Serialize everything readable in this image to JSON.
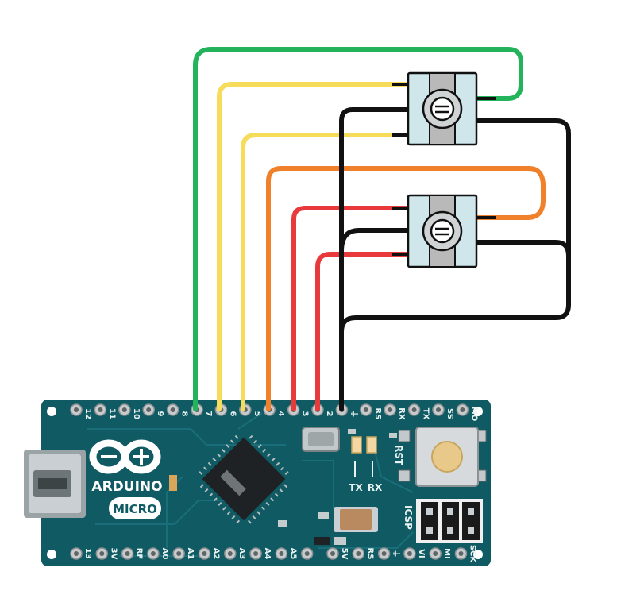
{
  "board": {
    "brand": "ARDUINO",
    "model": "MICRO",
    "button_label": "RST",
    "led_labels": [
      "TX",
      "RX"
    ],
    "header_label": "ICSP",
    "top_pin_labels": [
      "12",
      "11",
      "10",
      "9",
      "8",
      "7",
      "6",
      "5",
      "4",
      "3",
      "2",
      "⏚",
      "RS",
      "RX",
      "TX",
      "SS",
      "MO"
    ],
    "bottom_pin_labels": [
      "13",
      "3V",
      "RF",
      "A0",
      "A1",
      "A2",
      "A3",
      "A4",
      "A5",
      "",
      "5V",
      "RS",
      "⏚",
      "VI",
      "MI",
      "SCK"
    ]
  },
  "colors": {
    "board": "#0f5a63",
    "green_wire": "#22b35b",
    "yellow_wire": "#f6dc5a",
    "orange_wire": "#f0802a",
    "red_wire": "#e83a3a",
    "black_wire": "#111111",
    "potentiometer": "#cfe6ea"
  },
  "components": [
    "potentiometer-1",
    "potentiometer-2",
    "arduino-micro"
  ]
}
